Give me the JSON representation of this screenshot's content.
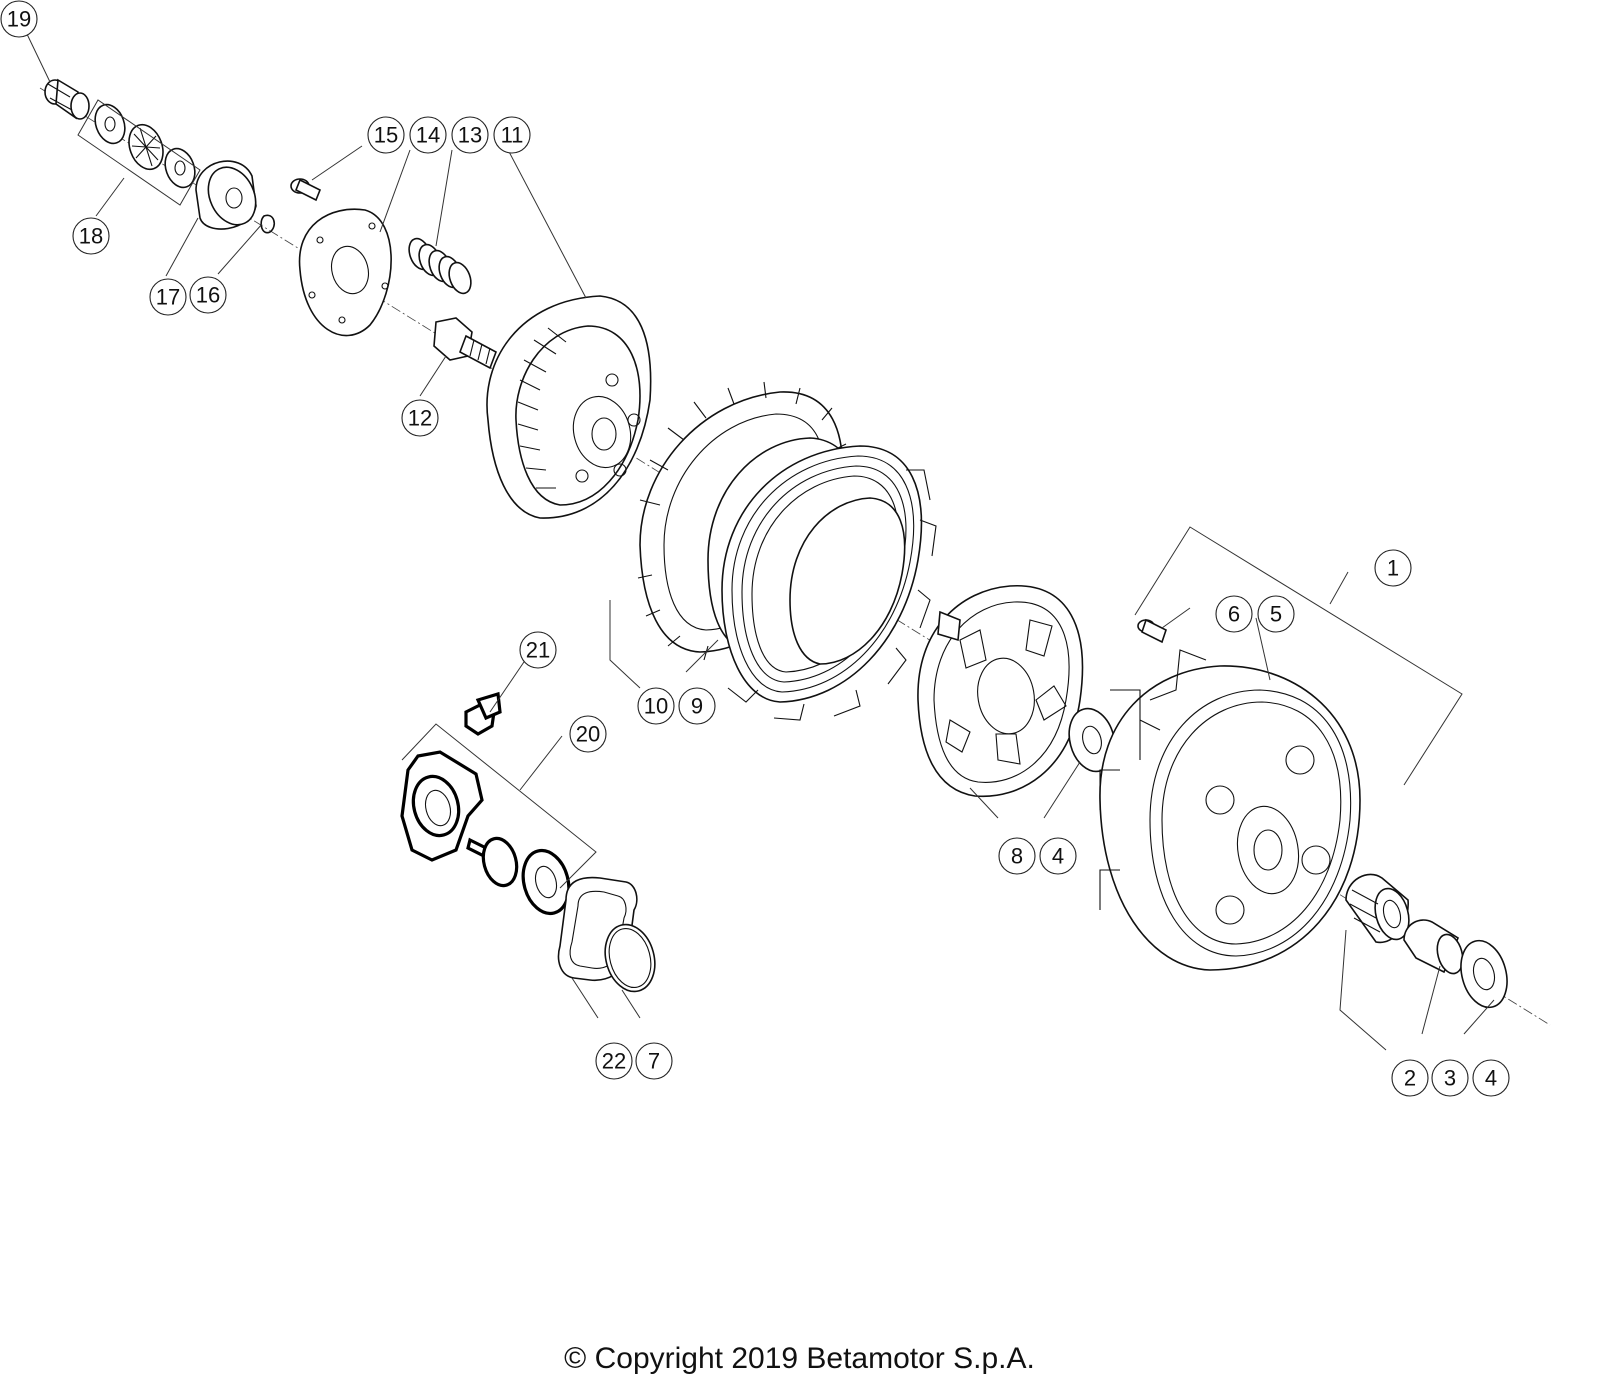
{
  "callouts": [
    {
      "id": "c19",
      "label": "19"
    },
    {
      "id": "c18",
      "label": "18"
    },
    {
      "id": "c17",
      "label": "17"
    },
    {
      "id": "c16",
      "label": "16"
    },
    {
      "id": "c15",
      "label": "15"
    },
    {
      "id": "c14",
      "label": "14"
    },
    {
      "id": "c13",
      "label": "13"
    },
    {
      "id": "c11",
      "label": "11"
    },
    {
      "id": "c12",
      "label": "12"
    },
    {
      "id": "c10",
      "label": "10"
    },
    {
      "id": "c9",
      "label": "9"
    },
    {
      "id": "c1",
      "label": "1"
    },
    {
      "id": "c6",
      "label": "6"
    },
    {
      "id": "c5",
      "label": "5"
    },
    {
      "id": "c8",
      "label": "8"
    },
    {
      "id": "c4a",
      "label": "4"
    },
    {
      "id": "c21",
      "label": "21"
    },
    {
      "id": "c20",
      "label": "20"
    },
    {
      "id": "c22",
      "label": "22"
    },
    {
      "id": "c7",
      "label": "7"
    },
    {
      "id": "c2",
      "label": "2"
    },
    {
      "id": "c3",
      "label": "3"
    },
    {
      "id": "c4b",
      "label": "4"
    }
  ],
  "footer": {
    "copyright": "© Copyright 2019 Betamotor S.p.A."
  }
}
